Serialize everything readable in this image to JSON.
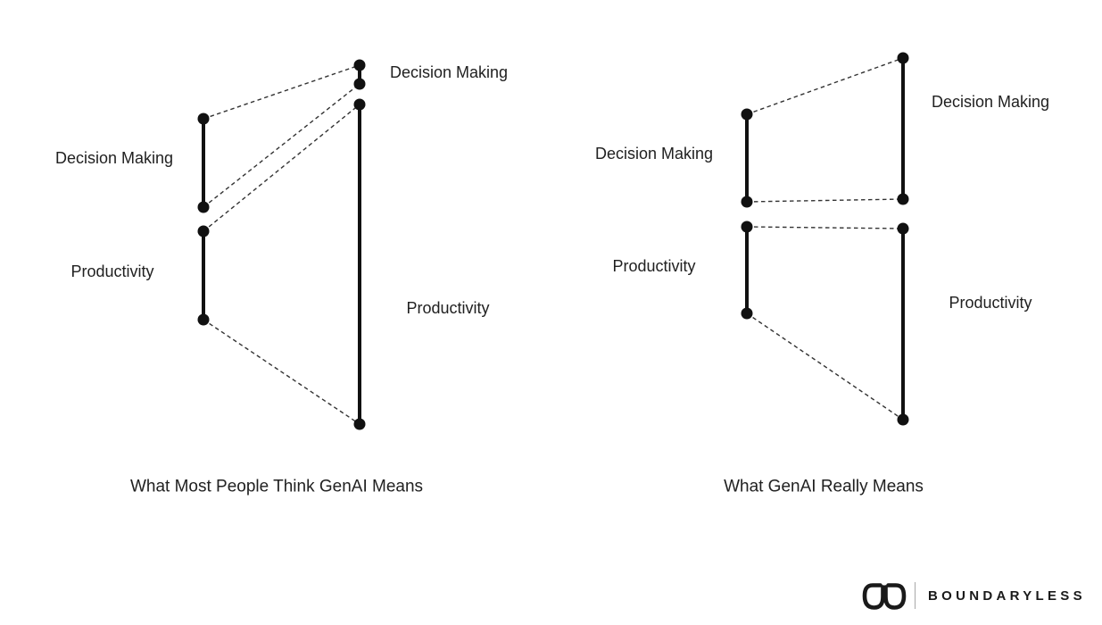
{
  "panels": [
    {
      "caption": "What Most People Think GenAI Means",
      "left_scale": {
        "segments": [
          {
            "label": "Decision Making"
          },
          {
            "label": "Productivity"
          }
        ]
      },
      "right_scale": {
        "segments": [
          {
            "label": "Decision Making"
          },
          {
            "label": "Productivity"
          }
        ]
      }
    },
    {
      "caption": "What GenAI Really Means",
      "left_scale": {
        "segments": [
          {
            "label": "Decision Making"
          },
          {
            "label": "Productivity"
          }
        ]
      },
      "right_scale": {
        "segments": [
          {
            "label": "Decision Making"
          },
          {
            "label": "Productivity"
          }
        ]
      }
    }
  ],
  "logo": {
    "brand": "BOUNDARYLESS",
    "mark_icon": "ba-infinity-mark"
  },
  "colors": {
    "ink": "#111111",
    "dashed": "#333333",
    "text": "#212121",
    "background": "#ffffff"
  }
}
